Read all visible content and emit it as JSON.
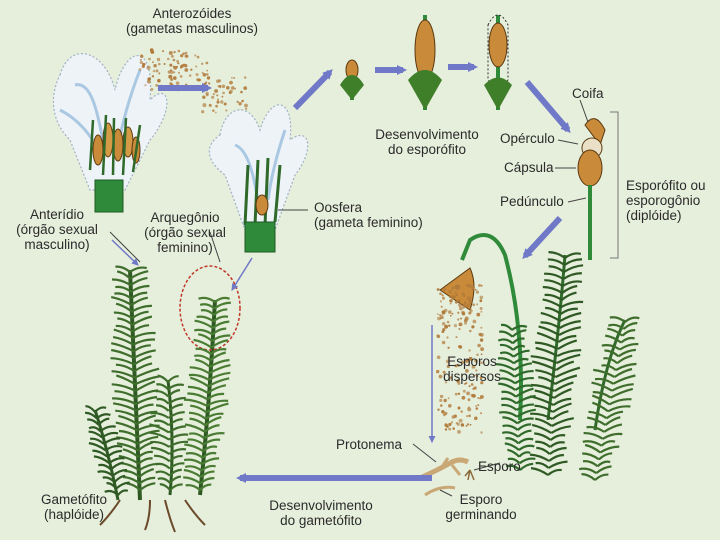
{
  "colors": {
    "background": "#e6eedc",
    "arrow": "#6f79c8",
    "plant_dark": "#2f5a24",
    "plant_light": "#5f9e3f",
    "stem_green": "#2f8a3a",
    "capsule": "#c98a3a",
    "leader_line": "#444444",
    "highlight_circle": "#c0392b"
  },
  "labels": {
    "anterozoides": "Anterozóides\n(gametas masculinos)",
    "desenvolvimento_esporofito": "Desenvolvimento\ndo esporófito",
    "coifa": "Coifa",
    "operculo": "Opérculo",
    "capsula": "Cápsula",
    "pedunculo": "Pedúnculo",
    "esporofito": "Esporófito ou\nesporogônio\n(diplóide)",
    "anteridio": "Anterídio\n(órgão sexual\nmasculino)",
    "arquegonio": "Arquegônio\n(órgão sexual\nfeminino)",
    "oosfera": "Oosfera\n(gameta feminino)",
    "esporos_dispersos": "Esporos\ndispersos",
    "protonema": "Protonema",
    "esporo": "Esporo",
    "esporo_germinando": "Esporo\ngerminando",
    "desenvolvimento_gametofito": "Desenvolvimento\ndo gametófito",
    "gametofito": "Gametófito\n(haplóide)"
  }
}
